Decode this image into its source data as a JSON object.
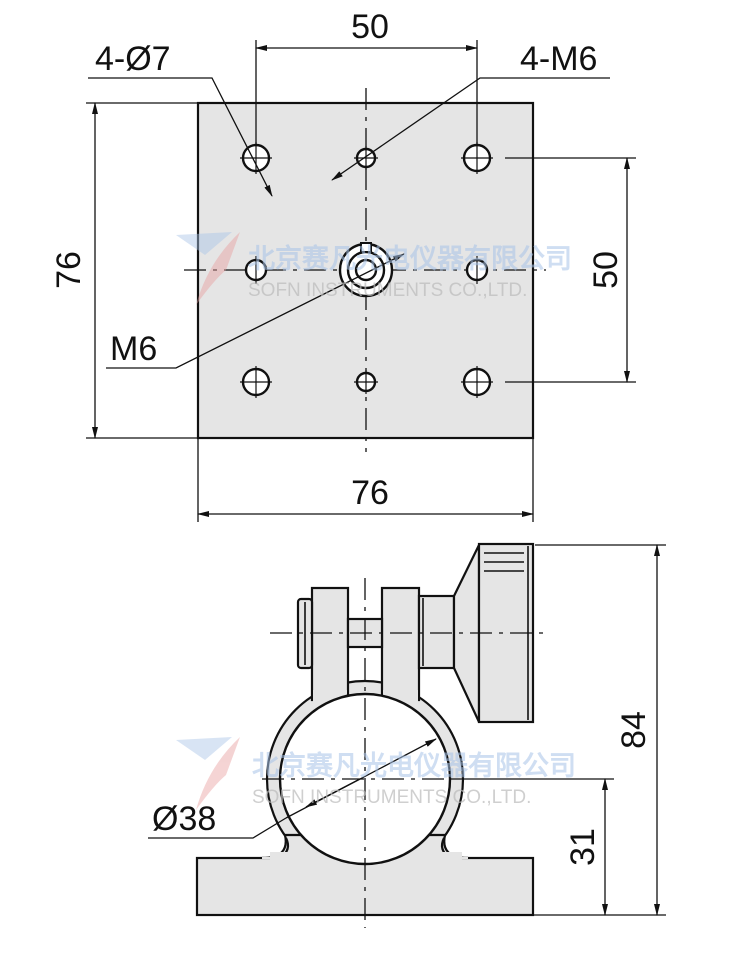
{
  "top_view": {
    "dims": {
      "width": "76",
      "height": "76",
      "hole_pitch_x": "50",
      "hole_pitch_y": "50"
    },
    "labels": {
      "through_holes": "4-Ø7",
      "tapped_holes": "4-M6",
      "center_tap": "M6"
    }
  },
  "side_view": {
    "dims": {
      "total_height": "84",
      "center_height": "31",
      "bore": "Ø38"
    }
  },
  "watermark": {
    "company_cn": "北京赛凡光电仪器有限公司",
    "company_en": "SOFN INSTRUMENTS CO.,LTD."
  },
  "colors": {
    "part_fill": "#e5e5e5",
    "line": "#111111",
    "watermark_blue": "#a9c4e8",
    "watermark_red": "#e8a0a0"
  }
}
